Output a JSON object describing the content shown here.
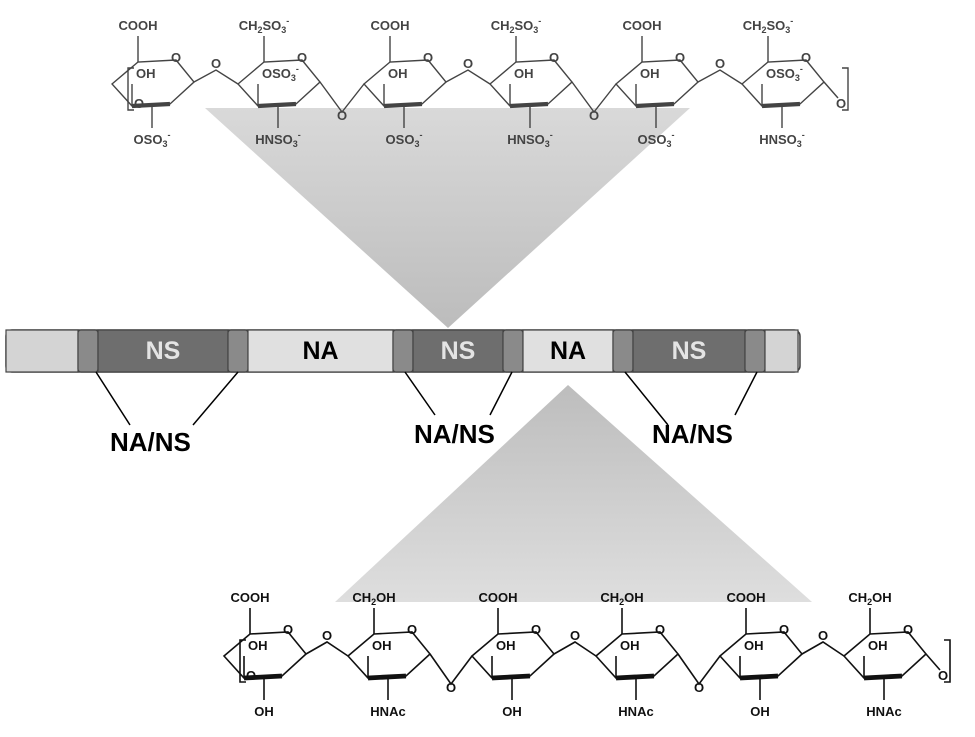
{
  "top_chain": {
    "units": [
      {
        "substituents": [
          "COOH",
          "OH",
          "OSO3-"
        ],
        "kind": "uronic"
      },
      {
        "substituents": [
          "CH2SO3-",
          "OSO3-",
          "HNSO3-"
        ],
        "kind": "glucosamine"
      },
      {
        "substituents": [
          "COOH",
          "OH",
          "OSO3-"
        ],
        "kind": "uronic"
      },
      {
        "substituents": [
          "CH2SO3-",
          "OH",
          "HNSO3-"
        ],
        "kind": "glucosamine"
      },
      {
        "substituents": [
          "COOH",
          "OH",
          "OSO3-"
        ],
        "kind": "uronic"
      },
      {
        "substituents": [
          "CH2SO3-",
          "OSO3-",
          "HNSO3-"
        ],
        "kind": "glucosamine"
      }
    ],
    "ring_oxygen": "O",
    "link_oxygen": "O"
  },
  "bar": {
    "segments": [
      {
        "label": "",
        "kind": "plain"
      },
      {
        "label": "",
        "kind": "transition"
      },
      {
        "label": "NS",
        "kind": "ns"
      },
      {
        "label": "",
        "kind": "transition"
      },
      {
        "label": "NA",
        "kind": "na"
      },
      {
        "label": "",
        "kind": "transition"
      },
      {
        "label": "NS",
        "kind": "ns"
      },
      {
        "label": "",
        "kind": "transition"
      },
      {
        "label": "NA",
        "kind": "na"
      },
      {
        "label": "",
        "kind": "transition"
      },
      {
        "label": "NS",
        "kind": "ns"
      },
      {
        "label": "",
        "kind": "transition"
      },
      {
        "label": "",
        "kind": "plain"
      }
    ],
    "colors": {
      "ns": "#6e6e6e",
      "na": "#e0e0e0",
      "transition": "#8a8a8a",
      "plain": "#d4d4d4",
      "ns_text": "#e4e4e4",
      "na_text": "#000000"
    }
  },
  "region_labels": [
    "NA/NS",
    "NA/NS",
    "NA/NS"
  ],
  "bottom_chain": {
    "units": [
      {
        "substituents": [
          "COOH",
          "OH",
          "OH"
        ],
        "kind": "uronic"
      },
      {
        "substituents": [
          "CH2OH",
          "OH",
          "HNAc"
        ],
        "kind": "glucosamine"
      },
      {
        "substituents": [
          "COOH",
          "OH",
          "OH"
        ],
        "kind": "uronic"
      },
      {
        "substituents": [
          "CH2OH",
          "OH",
          "HNAc"
        ],
        "kind": "glucosamine"
      },
      {
        "substituents": [
          "COOH",
          "OH",
          "OH"
        ],
        "kind": "uronic"
      },
      {
        "substituents": [
          "CH2OH",
          "OH",
          "HNAc"
        ],
        "kind": "glucosamine"
      }
    ],
    "ring_oxygen": "O",
    "link_oxygen": "O"
  }
}
